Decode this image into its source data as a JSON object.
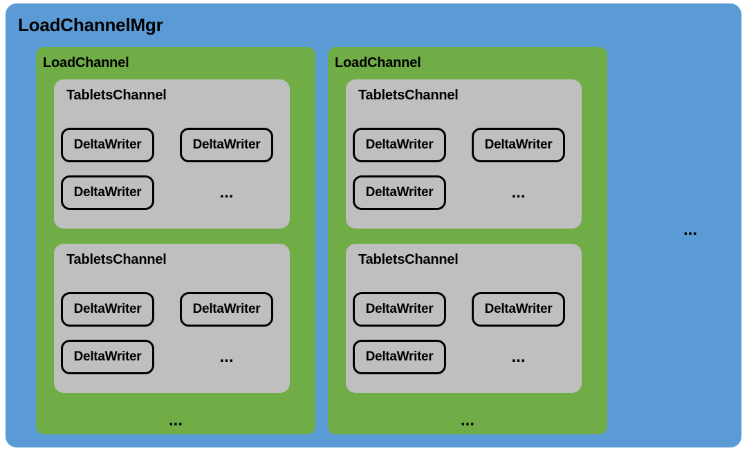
{
  "diagram": {
    "title": "LoadChannelMgr",
    "colors": {
      "manager_fill": "#5B9BD5",
      "load_channel_fill": "#70AD47",
      "tablets_channel_fill": "#BFBFBF",
      "delta_writer_stroke": "#000000",
      "text": "#000000"
    },
    "more_indicator": "...",
    "load_channels": [
      {
        "label": "LoadChannel",
        "more_indicator": "...",
        "tablets_channels": [
          {
            "label": "TabletsChannel",
            "more_indicator": "...",
            "delta_writers": [
              {
                "label": "DeltaWriter"
              },
              {
                "label": "DeltaWriter"
              },
              {
                "label": "DeltaWriter"
              }
            ]
          },
          {
            "label": "TabletsChannel",
            "more_indicator": "...",
            "delta_writers": [
              {
                "label": "DeltaWriter"
              },
              {
                "label": "DeltaWriter"
              },
              {
                "label": "DeltaWriter"
              }
            ]
          }
        ]
      },
      {
        "label": "LoadChannel",
        "more_indicator": "...",
        "tablets_channels": [
          {
            "label": "TabletsChannel",
            "more_indicator": "...",
            "delta_writers": [
              {
                "label": "DeltaWriter"
              },
              {
                "label": "DeltaWriter"
              },
              {
                "label": "DeltaWriter"
              }
            ]
          },
          {
            "label": "TabletsChannel",
            "more_indicator": "...",
            "delta_writers": [
              {
                "label": "DeltaWriter"
              },
              {
                "label": "DeltaWriter"
              },
              {
                "label": "DeltaWriter"
              }
            ]
          }
        ]
      }
    ]
  }
}
